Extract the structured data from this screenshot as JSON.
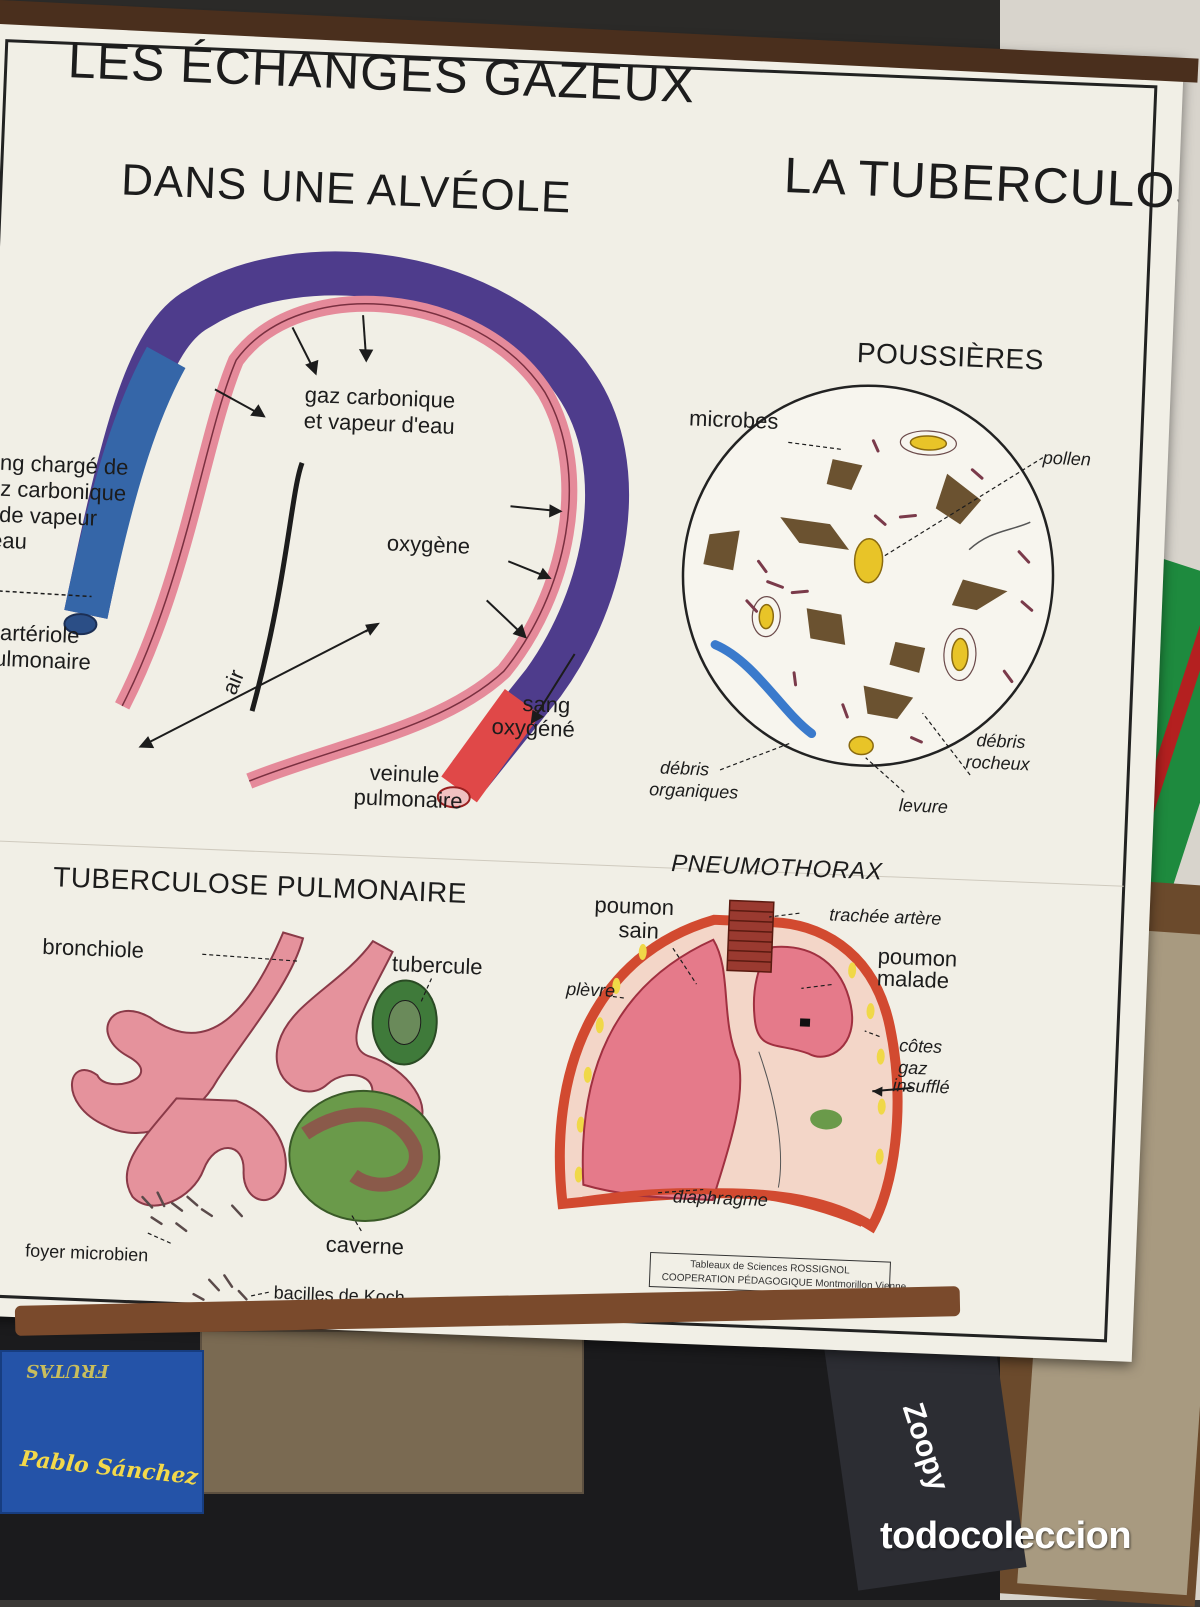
{
  "poster": {
    "title_left_line1": "LES ÉCHANGES GAZEUX",
    "title_left_line2": "DANS UNE ALVÉOLE",
    "title_right": "LA TUBERCULOSE",
    "alveole": {
      "gaz_carbonique_1": "gaz carbonique",
      "gaz_carbonique_2": "et vapeur d'eau",
      "oxygene": "oxygène",
      "sang_charge_1": "sang chargé de",
      "sang_charge_2": "gaz carbonique",
      "sang_charge_3": "et de vapeur",
      "sang_charge_4": "d'eau",
      "arteriole_1": "artériole",
      "arteriole_2": "pulmonaire",
      "air": "air",
      "sang_oxygene_1": "sang",
      "sang_oxygene_2": "oxygéné",
      "veinule_1": "veinule",
      "veinule_2": "pulmonaire"
    },
    "poussieres": {
      "title": "POUSSIÈRES",
      "microbes": "microbes",
      "pollen": "pollen",
      "debris_organiques_1": "débris",
      "debris_organiques_2": "organiques",
      "levure": "levure",
      "debris_rocheux_1": "débris",
      "debris_rocheux_2": "rocheux"
    },
    "tuberculose": {
      "title": "TUBERCULOSE PULMONAIRE",
      "bronchiole": "bronchiole",
      "tubercule": "tubercule",
      "caverne": "caverne",
      "foyer": "foyer microbien",
      "bacilles": "bacilles de Koch"
    },
    "pneumothorax": {
      "title": "PNEUMOTHORAX",
      "poumon_sain_1": "poumon",
      "poumon_sain_2": "sain",
      "trachee": "trachée artère",
      "poumon_malade_1": "poumon",
      "poumon_malade_2": "malade",
      "plevre": "plèvre",
      "cotes": "côtes",
      "gaz_insuffle_1": "gaz",
      "gaz_insuffle_2": "insufflé",
      "diaphragme": "diaphragme"
    },
    "credit_line1": "Tableaux de Sciences ROSSIGNOL",
    "credit_line2": "COOPERATION PÉDAGOGIQUE  Montmorillon  Vienne"
  },
  "background": {
    "box_label": "Pablo Sánchez",
    "box_label_top": "FRUTAS",
    "game_box": "Zoopy"
  },
  "watermark": "todocoleccion",
  "colors": {
    "venous_blue": "#3566a8",
    "capillary_purple": "#4e3c8c",
    "arterial_red": "#e04848",
    "alveole_pink": "#e58a9a",
    "tubercle_green": "#5a8a3a",
    "pollen_yellow": "#e8c428",
    "rock_brown": "#6b5230"
  }
}
